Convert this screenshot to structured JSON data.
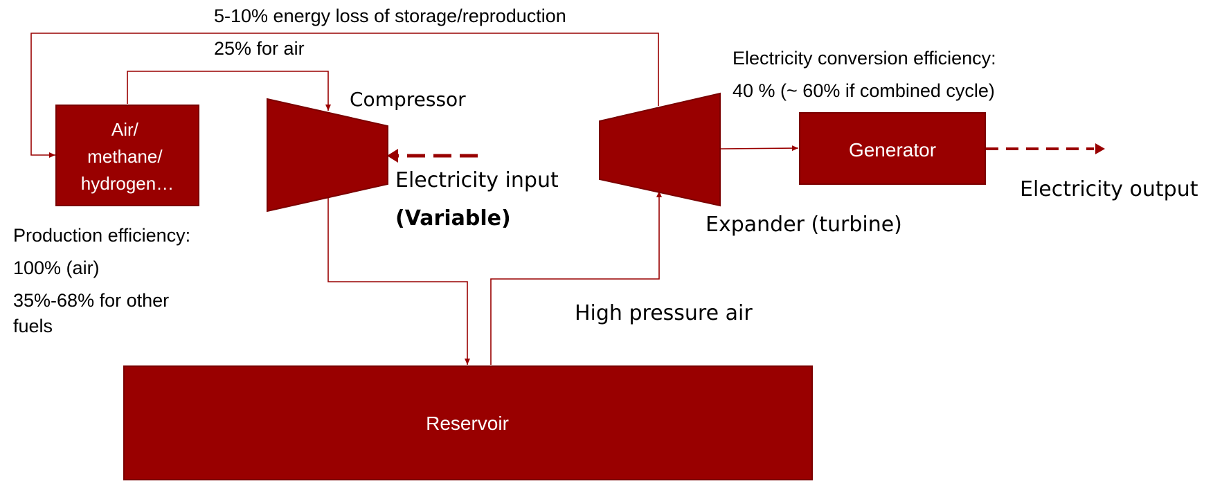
{
  "colors": {
    "component": "#990000",
    "flow_line": "#990000",
    "label_text": "#000000",
    "component_text": "#ffffff"
  },
  "nodes": {
    "fuel_source": {
      "lines": [
        "Air/",
        "methane/",
        "hydrogen…"
      ]
    },
    "compressor": {
      "label": "Compressor"
    },
    "expander": {
      "label": "Expander (turbine)"
    },
    "generator": {
      "label": "Generator"
    },
    "reservoir": {
      "label": "Reservoir"
    }
  },
  "annotations": {
    "storage_loss": "5-10% energy loss of storage/reproduction",
    "air_loss": "25% for air",
    "conversion_efficiency_title": "Electricity conversion efficiency:",
    "conversion_efficiency_value": "40 % (~ 60% if combined cycle)",
    "electricity_input": "Electricity input",
    "electricity_input_note": "(Variable)",
    "electricity_output": "Electricity output",
    "high_pressure_air": "High pressure air",
    "production_efficiency_title": "Production efficiency:",
    "production_efficiency_air": "100% (air)",
    "production_efficiency_other_line1": "35%-68% for other",
    "production_efficiency_other_line2": "fuels"
  }
}
